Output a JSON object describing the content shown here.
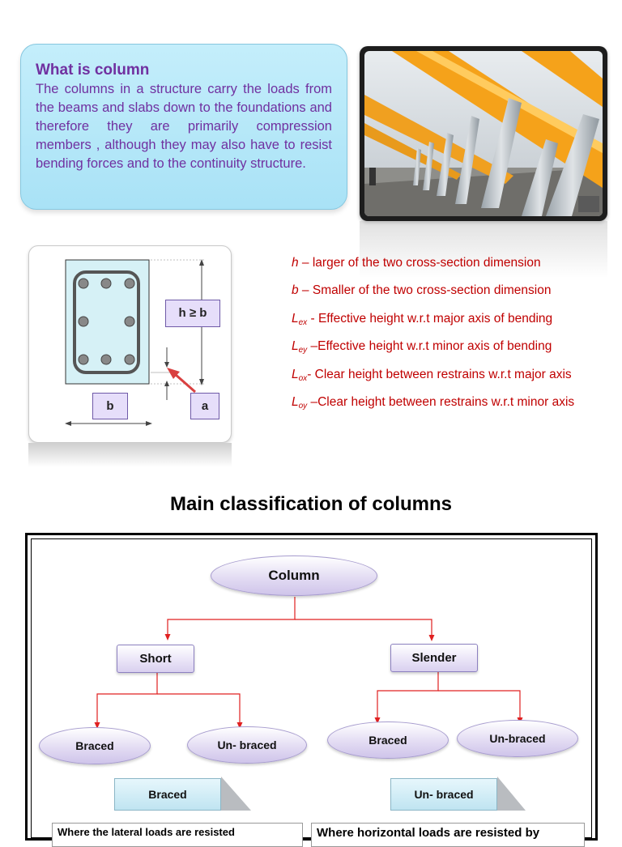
{
  "intro": {
    "title": "What is column",
    "body": "The columns in a structure carry the loads from the beams and slabs down to the foundations and therefore they are primarily compression members , although they  may also have to resist bending forces and to the continuity structure."
  },
  "cross_section": {
    "h_label": "h ≥ b",
    "b_label": "b",
    "a_label": "a"
  },
  "definitions": [
    {
      "sym": "h",
      "sub": "",
      "text": " – larger of the two cross-section  dimension"
    },
    {
      "sym": "b",
      "sub": "",
      "text": " – Smaller of the two cross-section dimension"
    },
    {
      "sym": "L",
      "sub": "ex",
      "text": " - Effective height w.r.t major axis of bending"
    },
    {
      "sym": "L",
      "sub": "ey",
      "text": " –Effective height w.r.t minor axis of bending"
    },
    {
      "sym": "L",
      "sub": "ox",
      "text": "- Clear height between restrains w.r.t major axis"
    },
    {
      "sym": "L",
      "sub": "oy",
      "text": " –Clear height between restrains w.r.t minor axis"
    }
  ],
  "section_heading": "Main classification of columns",
  "diagram": {
    "root": "Column",
    "short": "Short",
    "slender": "Slender",
    "short_braced": "Braced",
    "short_unbraced": "Un- braced",
    "slender_braced": "Braced",
    "slender_unbraced": "Un-braced",
    "braced_tab": "Braced",
    "unbraced_tab": "Un- braced",
    "braced_desc": "Where the lateral loads are resisted",
    "unbraced_desc": "Where  horizontal loads are resisted by"
  },
  "colors": {
    "intro_text": "#7030a0",
    "definition_text": "#c00000",
    "connector": "#e02020",
    "photo_beam": "#f5a21a"
  }
}
